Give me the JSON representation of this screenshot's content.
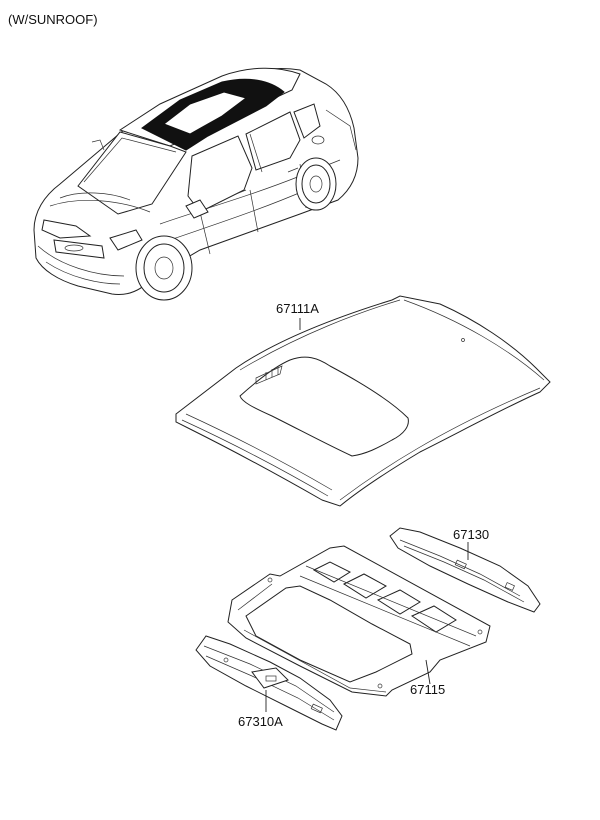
{
  "header": {
    "variant": "(W/SUNROOF)"
  },
  "parts": [
    {
      "number": "67111A",
      "description": ""
    },
    {
      "number": "67130",
      "description": ""
    },
    {
      "number": "67115",
      "description": ""
    },
    {
      "number": "67310A",
      "description": ""
    }
  ],
  "icons": {
    "vehicle": "sedan-with-sunroof-illustration",
    "roof_panel": "roof-panel-drawing",
    "front_rail": "front-roof-rail-drawing",
    "sunroof_frame": "sunroof-reinforcement-frame-drawing",
    "rear_rail": "rear-roof-rail-drawing"
  },
  "colors": {
    "line": "#222222",
    "background": "#ffffff",
    "sunroof_glass": "#111111"
  }
}
